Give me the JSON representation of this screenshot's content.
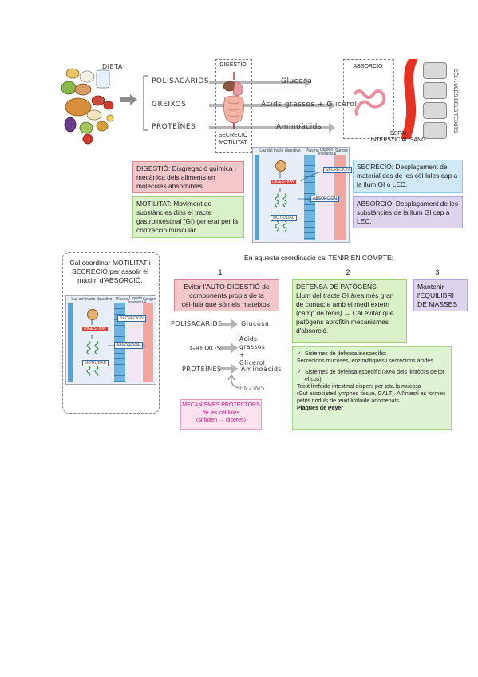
{
  "top": {
    "dieta": "DIETA",
    "nutrients": [
      "POLISACÀRIDS",
      "GREIXOS",
      "PROTEÏNES"
    ],
    "products": [
      "Glucosa",
      "Àcids grassos + Glicerol",
      "Aminoàcids"
    ],
    "digestio_label": "DIGESTIÓ",
    "secrecio_label": "SECRECIÓ",
    "motilitat_label": "MOTILITAT",
    "absorcio_label": "ABSORCIÓ",
    "espai_label_1": "ESPAI",
    "espai_label_2": "INTERSTICIAL/SANG",
    "cel_lules_label": "CÈL·LULES DELS TEIXITS"
  },
  "diagram1": {
    "col_lumen": "Luz del tracto digestivo",
    "col_plasma": "Plasma",
    "col_liquid": "Líquido intersticial",
    "col_sang": "Sangre",
    "lbl_secrecion": "SECRECIÓN",
    "lbl_digestion": "DIGESTIÓN",
    "lbl_absorcion": "ABSORCIÓN",
    "lbl_motilidad": "MOTILIDAD"
  },
  "defs": {
    "digestio": "DIGESTIÓ: Disgregació química i mecànica dels aliments en molècules absorbibles.",
    "motilitat": "MOTILITAT: Moviment de substàncies dins el tracte gastrointestinal (GI) generat per la contracció muscular.",
    "secrecio": "SECRECIÓ: Desplaçament de material des de les cèl·lules cap a la llum GI o LEC.",
    "absorcio": "ABSORCIÓ: Desplaçament de les substàncies de la llum GI cap a LEC."
  },
  "coord": {
    "left_text": "Cal coordinar MOTILITAT i SECRECIÓ per assolir el màxim d'ABSORCIÓ.",
    "heading": "En aquesta coordinació cal TENIR EN COMPTE:",
    "n1": "1",
    "n2": "2",
    "n3": "3",
    "box1": "Evitar l'AUTO-DIGESTIÓ de components propis de la cèl·lula que són els mateixos.",
    "box2_title": "DEFENSA DE PATÒGENS",
    "box2_body": "Llum del tracte GI àrea més gran de contacte amb el medi extern (camp de tenis) → Cal evitar que patògens aprofitin mecanismes d'absorció.",
    "box3": "Mantenir l'EQUILIBRI DE MASSES",
    "mid_nutrients": [
      "POLISACÀRIDS",
      "GREIXOS",
      "PROTEÏNES"
    ],
    "mid_products": [
      "Glucosa",
      "Àcids grassos + Glicerol",
      "Aminoàcids"
    ],
    "enzims": "ENZIMS",
    "mecanismes_1": "MECANISMES PROTECTORS",
    "mecanismes_2": "de les cèl·lules",
    "mecanismes_3": "(si fallen → úlceres)",
    "def1_title": "Sistemes de defensa inespecífic:",
    "def1_body": "Secrecions mucoses, enzimàtiques i secrecions àcides.",
    "def2_title": "Sistemes de defensa específic (80% dels limfòcits de tot el cos):",
    "def2_body_a": "Teixit limfoide intestinal dispers per tota la mucosa",
    "def2_body_b": "(Gut associated lymphod tissue, GALT). A l'intestí es formen petits nòduls de teixit limfoide anomenats",
    "def2_body_c": "Plaques de Peyer"
  }
}
